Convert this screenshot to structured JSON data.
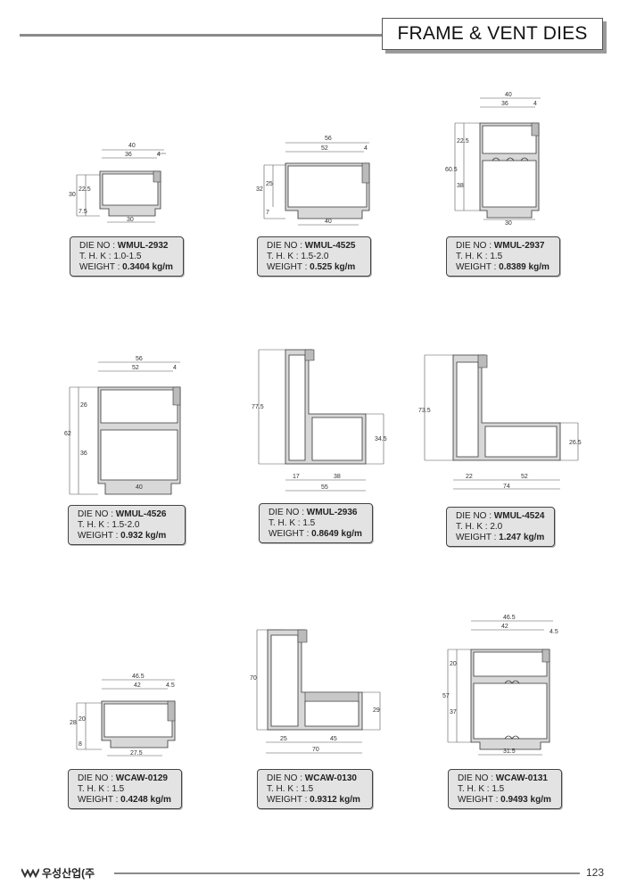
{
  "header": {
    "title": "FRAME & VENT DIES"
  },
  "labels": {
    "die_no": "DIE NO :",
    "thk": "T. H. K :",
    "weight": "WEIGHT :"
  },
  "footer": {
    "company": "우성산업(주",
    "page": "123"
  },
  "dies": [
    {
      "die_no": "WMUL-2932",
      "thk": "1.0-1.5",
      "weight": "0.3404 kg/m",
      "dims": [
        "40",
        "36",
        "4",
        "30",
        "22.5",
        "7.5",
        "30"
      ]
    },
    {
      "die_no": "WMUL-4525",
      "thk": "1.5-2.0",
      "weight": "0.525 kg/m",
      "dims": [
        "56",
        "52",
        "4",
        "32",
        "25",
        "7",
        "40"
      ]
    },
    {
      "die_no": "WMUL-2937",
      "thk": "1.5",
      "weight": "0.8389 kg/m",
      "dims": [
        "40",
        "36",
        "4",
        "22.5",
        "60.5",
        "38",
        "30"
      ]
    },
    {
      "die_no": "WMUL-4526",
      "thk": "1.5-2.0",
      "weight": "0.932 kg/m",
      "dims": [
        "56",
        "52",
        "4",
        "62",
        "26",
        "36",
        "40"
      ]
    },
    {
      "die_no": "WMUL-2936",
      "thk": "1.5",
      "weight": "0.8649 kg/m",
      "dims": [
        "77.5",
        "34.5",
        "17",
        "38",
        "55"
      ]
    },
    {
      "die_no": "WMUL-4524",
      "thk": "2.0",
      "weight": "1.247 kg/m",
      "dims": [
        "73.5",
        "26.5",
        "22",
        "52",
        "74"
      ]
    },
    {
      "die_no": "WCAW-0129",
      "thk": "1.5",
      "weight": "0.4248 kg/m",
      "dims": [
        "46.5",
        "42",
        "4.5",
        "28",
        "20",
        "8",
        "27.5"
      ]
    },
    {
      "die_no": "WCAW-0130",
      "thk": "1.5",
      "weight": "0.9312 kg/m",
      "dims": [
        "70",
        "29",
        "25",
        "45",
        "70"
      ]
    },
    {
      "die_no": "WCAW-0131",
      "thk": "1.5",
      "weight": "0.9493 kg/m",
      "dims": [
        "46.5",
        "42",
        "4.5",
        "57",
        "20",
        "37",
        "31.5"
      ]
    }
  ]
}
